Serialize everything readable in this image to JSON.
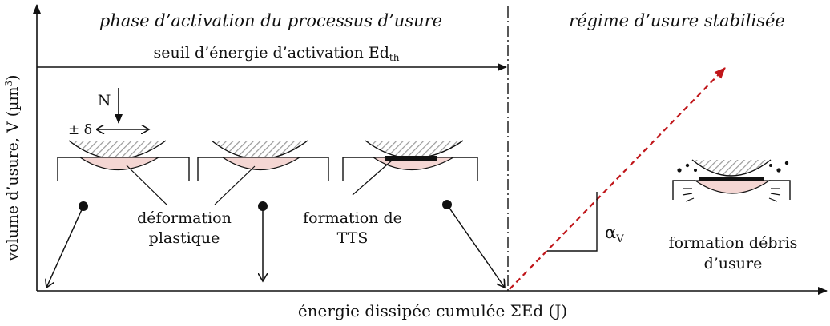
{
  "header": {
    "phase_left": "phase d’activation du processus d’usure",
    "phase_right": "régime d’usure stabilisée"
  },
  "threshold": {
    "label": "seuil d’énergie d’activation Ed",
    "subscript": "th"
  },
  "axes": {
    "ylabel": "volume d’usure, V (µm",
    "ylabel_sup": "3",
    "ylabel_close": ")",
    "xlabel": "énergie dissipée cumulée ΣEd (J)"
  },
  "symbols": {
    "load": "N",
    "displacement": "± δ",
    "slope": "α",
    "slope_sub": "V"
  },
  "annotations": {
    "deformation_line1": "déformation",
    "deformation_line2": "plastique",
    "tts_line1": "formation de",
    "tts_line2": "TTS",
    "debris_line1": "formation débris",
    "debris_line2": "d’usure"
  },
  "colors": {
    "contact_fill": "#f4d6d3",
    "trend_line": "#c0161a",
    "hatch": "#9a9a9a",
    "ink": "#111111"
  }
}
